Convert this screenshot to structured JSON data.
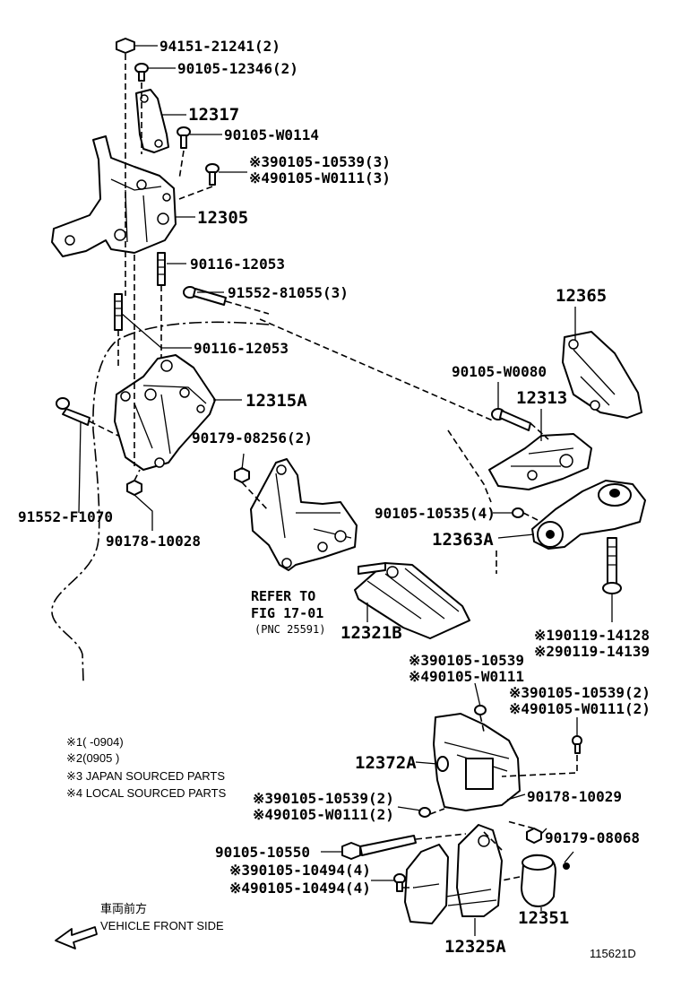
{
  "labels": {
    "l94151": "94151-21241(2)",
    "l90105_12346": "90105-12346(2)",
    "l12317": "12317",
    "l90105_w0114": "90105-W0114",
    "l90105_10539_3": "※390105-10539(3)",
    "l90105_w0111_3": "※490105-W0111(3)",
    "l12305": "12305",
    "l90116_a": "90116-12053",
    "l91552_81055": "91552-81055(3)",
    "l90116_b": "90116-12053",
    "l12315a": "12315A",
    "l90179_08256": "90179-08256(2)",
    "l91552_f1070": "91552-F1070",
    "l90178_10028": "90178-10028",
    "l12365": "12365",
    "l90105_w0080": "90105-W0080",
    "l12313": "12313",
    "l90105_10535": "90105-10535(4)",
    "l12363a": "12363A",
    "l12321b": "12321B",
    "l90119_14128": "※190119-14128",
    "l90119_14139": "※290119-14139",
    "l90105_10539": "※390105-10539",
    "l90105_w0111": "※490105-W0111",
    "l90105_10539_2a": "※390105-10539(2)",
    "l90105_w0111_2a": "※490105-W0111(2)",
    "l12372a": "12372A",
    "l90178_10029": "90178-10029",
    "l90105_10539_2b": "※390105-10539(2)",
    "l90105_w0111_2b": "※490105-W0111(2)",
    "l90105_10550": "90105-10550",
    "l90179_08068": "90179-08068",
    "l90105_10494_a": "※390105-10494(4)",
    "l90105_10494_b": "※490105-10494(4)",
    "l12351": "12351",
    "l12325a": "12325A"
  },
  "refer": {
    "line1": "REFER TO",
    "line2": "FIG 17-01",
    "line3": "(PNC 25591)"
  },
  "notes": {
    "n1": "※1(      -0904)",
    "n2": "※2(0905        )",
    "n3": "※3 JAPAN SOURCED PARTS",
    "n4": "※4 LOCAL SOURCED PARTS"
  },
  "direction": {
    "jp": "車両前方",
    "en": "VEHICLE FRONT SIDE"
  },
  "figure_id": "115621D"
}
